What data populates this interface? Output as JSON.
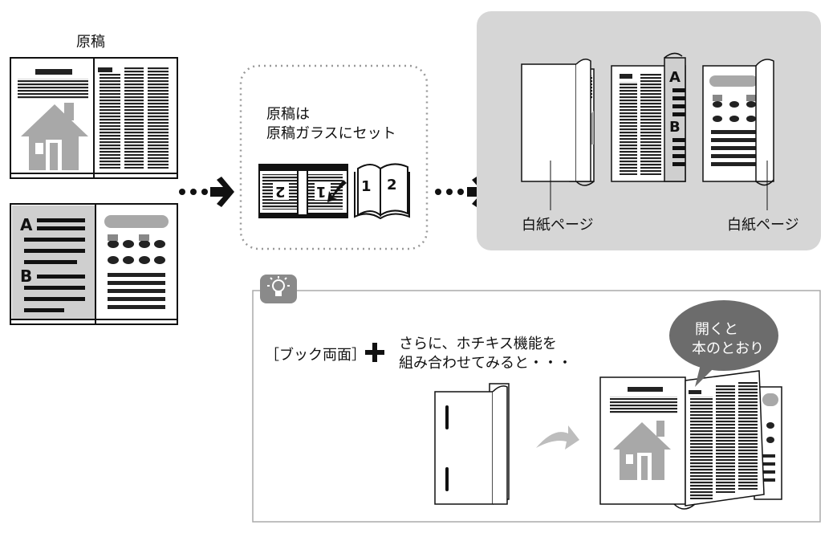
{
  "original": {
    "title": "原稿",
    "book2_letters": [
      "A",
      "B"
    ]
  },
  "instruction": {
    "line1": "原稿は",
    "line2": "原稿ガラスにセット",
    "page_numbers": [
      "2",
      "1",
      "1",
      "2"
    ]
  },
  "output": {
    "blank_label_left": "白紙ページ",
    "blank_label_right": "白紙ページ",
    "letters": [
      "A",
      "B"
    ]
  },
  "tip": {
    "mode": "［ブック両面］",
    "plus": "+",
    "line1": "さらに、ホチキス機能を",
    "line2": "組み合わせてみると・・・",
    "bubble_line1": "開くと",
    "bubble_line2": "本のとおり"
  },
  "colors": {
    "panel_gray": "#d6d6d6",
    "house_gray": "#a8a8a8",
    "bubble_gray": "#6c6c6c",
    "tip_badge": "#8a8a8a"
  }
}
